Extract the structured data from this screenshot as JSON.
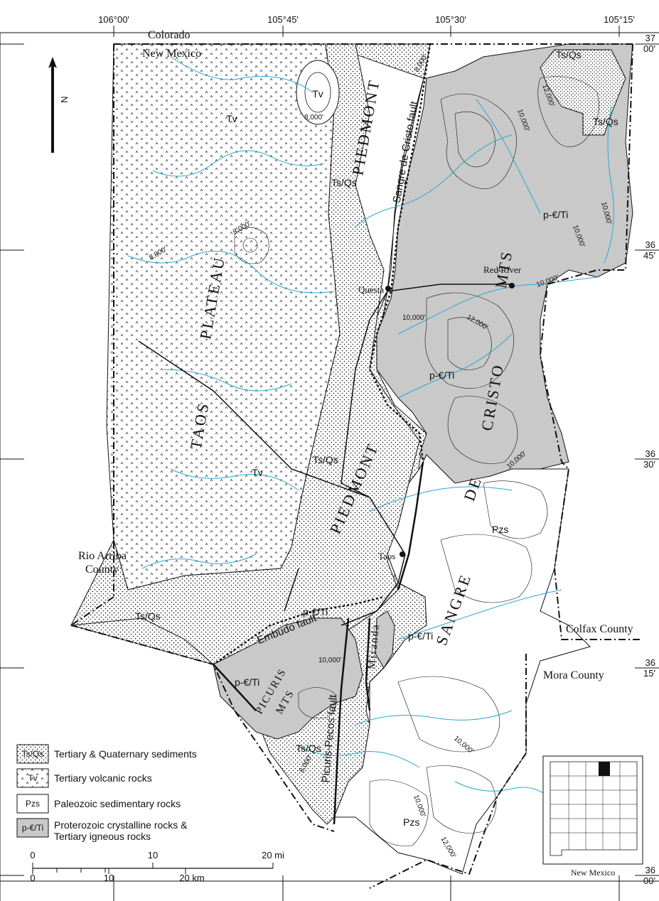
{
  "graticule": {
    "top_longitudes": [
      "106°00'",
      "105°45'",
      "105°30'",
      "105°15'"
    ],
    "right_latitudes": [
      [
        "37",
        "00'"
      ],
      [
        "36",
        "45'"
      ],
      [
        "36",
        "30'"
      ],
      [
        "36",
        "15'"
      ],
      [
        "36",
        "00'"
      ]
    ]
  },
  "state_labels": {
    "colorado": "Colorado",
    "new_mexico": "New Mexico"
  },
  "county_labels": {
    "rio_arriba": [
      "Rio Arriba",
      "County"
    ],
    "colfax": "Colfax County",
    "mora": "Mora County"
  },
  "north_arrow": "N",
  "regions": {
    "taos": "TAOS",
    "plateau": "PLATEAU",
    "piedmont_upper": "PIEDMONT",
    "piedmont_lower": "PIEDMONT",
    "sangre": "SANGRE",
    "de": "DE",
    "cristo": "CRISTO",
    "mts": "MTS",
    "picuris": "PICURIS",
    "picuris_mts": "MTS",
    "miranda": "Miranda"
  },
  "faults": {
    "sangre_de_cristo": "Sangre de Cristo fault",
    "embudo": "Embudo fault",
    "picuris_pecos": "Picuris-Pecos fault"
  },
  "towns": {
    "questa": "Questa",
    "red_river": "Red River",
    "taos": "Taos"
  },
  "unit_labels": {
    "tv_top": "Tv",
    "tv_plateau_n": "Tv",
    "tv_plateau_s": "Tv",
    "tsqs_ne": "Ts/Qs",
    "tsqs_ne2": "Ts/Qs",
    "tsqs_piedmont_n": "Ts/Qs",
    "tsqs_piedmont_s": "Ts/Qs",
    "tsqs_sw": "Ts/Qs",
    "tsqs_s": "Ts/Qs",
    "pct_n": "p-€/Ti",
    "pct_mid": "p-€/Ti",
    "pct_picuris": "p-€/Ti",
    "pct_sw": "p-€/Ti",
    "pct_miranda": "p-€/Ti",
    "pzs_e": "Pzs",
    "pzs_s": "Pzs"
  },
  "contour_labels": {
    "c1": "8,000'",
    "c2": "8,000'",
    "c3": "8,000'",
    "c4": "8,000'",
    "c5": "12,000'",
    "c6": "10,000'",
    "c7": "10,000'",
    "c8": "10,000'",
    "c9": "10,000'",
    "c10": "10,000'",
    "c11": "12,000'",
    "c12": "10,000'",
    "c13": "10,000'",
    "c14": "10,000'",
    "c15": "8,000'",
    "c16": "10,000'",
    "c17": "12,000'"
  },
  "legend": [
    {
      "symbol": "Ts/Qs",
      "label": "Tertiary & Quaternary sediments"
    },
    {
      "symbol": "Tv",
      "label": "Tertiary volcanic rocks"
    },
    {
      "symbol": "Pzs",
      "label": "Paleozoic sedimentary rocks"
    },
    {
      "symbol": "p-€/Ti",
      "label": "Proterozoic crystalline rocks &",
      "label2": "Tertiary igneous rocks"
    }
  ],
  "scale_bar": {
    "mi_ticks": [
      "0",
      "10",
      "20 mi"
    ],
    "km_ticks": [
      "0",
      "10",
      "20 km"
    ]
  },
  "inset": {
    "label": "New Mexico"
  },
  "colors": {
    "crystalline": "#c9c9c9",
    "river": "#2aa6d6",
    "ink": "#111111"
  }
}
